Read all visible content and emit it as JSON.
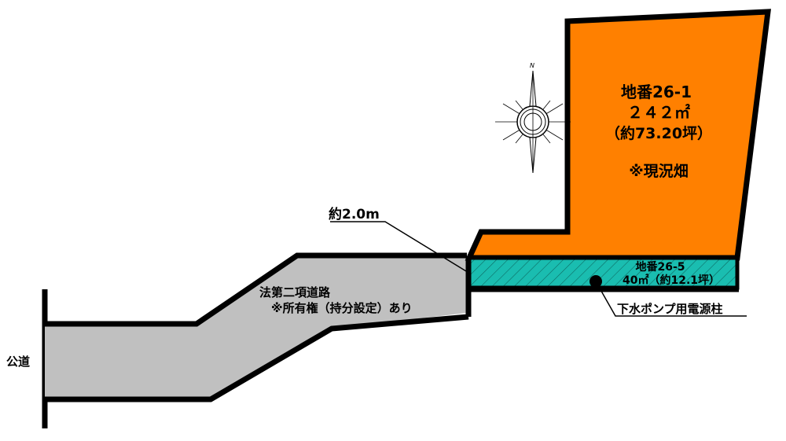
{
  "plot_main": {
    "lot": "地番26-1",
    "area": "２４２㎡",
    "tsubo": "（約73.20坪）",
    "note": "※現況畑",
    "color": "#ff8000"
  },
  "plot_strip": {
    "lot": "地番26-5",
    "area": "40㎡（約12.1坪）",
    "color": "#1abdb0"
  },
  "road": {
    "name": "法第二項道路",
    "note": "※所有権（持分設定）あり",
    "color": "#c0c0c0"
  },
  "public_road": "公道",
  "width_label": "約2.0m",
  "pole_label": "下水ポンプ用電源柱",
  "north_mark": "N"
}
